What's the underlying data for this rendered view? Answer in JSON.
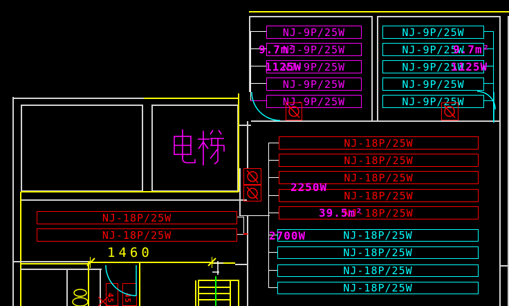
{
  "drawing": {
    "type": "electrical-floor-plan",
    "background": "#000000"
  },
  "colors": {
    "magenta": "#FF00FF",
    "cyan": "#00FFFF",
    "red": "#FF0000",
    "yellow": "#FFFF00",
    "wall_gray": "#D4D4D4",
    "wire_white": "#FFFFFF",
    "green": "#00FF00"
  },
  "rooms": {
    "elevator_label": "电梯"
  },
  "panels": {
    "top_left": {
      "rows": [
        "NJ-9P/25W",
        "NJ-9P/25W",
        "NJ-9P/25W",
        "NJ-9P/25W",
        "NJ-9P/25W"
      ]
    },
    "top_right": {
      "rows": [
        "NJ-9P/25W",
        "NJ-9P/25W",
        "NJ-9P/25W",
        "NJ-9P/25W",
        "NJ-9P/25W"
      ]
    },
    "mid_red": {
      "rows": [
        "NJ-18P/25W",
        "NJ-18P/25W",
        "NJ-18P/25W",
        "NJ-18P/25W",
        "NJ-18P/25W"
      ]
    },
    "mid_cyan": {
      "rows": [
        "NJ-18P/25W",
        "NJ-18P/25W",
        "NJ-18P/25W",
        "NJ-18P/25W"
      ]
    },
    "left_red": {
      "rows": [
        "NJ-18P/25W",
        "NJ-18P/25W"
      ]
    }
  },
  "annotations": {
    "area_top_left": "9.7m²",
    "power_top_left": "1125W",
    "area_top_right": "9.7m²",
    "power_top_right": "1125W",
    "power_mid": "2250W",
    "area_mid": "39.5m²",
    "power_lower": "2700W",
    "dimension_width": "1460",
    "fixture_label_1": "45",
    "fixture_label_2": "45"
  },
  "icons": {
    "lamp_symbol": "circle-slash",
    "door_swing": "quarter-arc",
    "stair_direction": "section-mark"
  }
}
